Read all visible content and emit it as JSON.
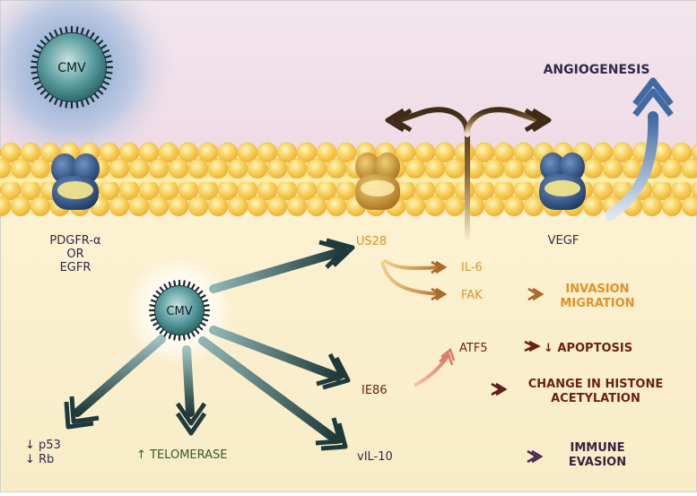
{
  "virus_label": "CMV",
  "title_top_right": "ANGIOGENESIS",
  "receptors": {
    "left": [
      "PDGFR-α",
      "OR",
      "EGFR"
    ],
    "vegf": "VEGF"
  },
  "nodes": {
    "us28": "US28",
    "il6": "IL-6",
    "fak": "FAK",
    "ie86": "IE86",
    "atf5": "ATF5",
    "vil10": "vIL-10"
  },
  "outcomes": {
    "invasion": [
      "INVASION",
      "MIGRATION"
    ],
    "apoptosis": "↓ APOPTOSIS",
    "histone": [
      "CHANGE IN HISTONE",
      "ACETYLATION"
    ],
    "immune": [
      "IMMUNE",
      "EVASION"
    ],
    "p53": "↓ p53",
    "rb": "↓ Rb",
    "telomerase": "↑ TELOMERASE"
  },
  "colors": {
    "dark_navy": "#2e2a4a",
    "orange": "#e0922a",
    "dark_red": "#6b1f1a",
    "green": "#2f5e2a",
    "teal_arrow": "#1f3d3e",
    "membrane": "#f7c33c",
    "bg_top": "#f1e2ec",
    "bg_bottom": "#fbf1cf"
  }
}
